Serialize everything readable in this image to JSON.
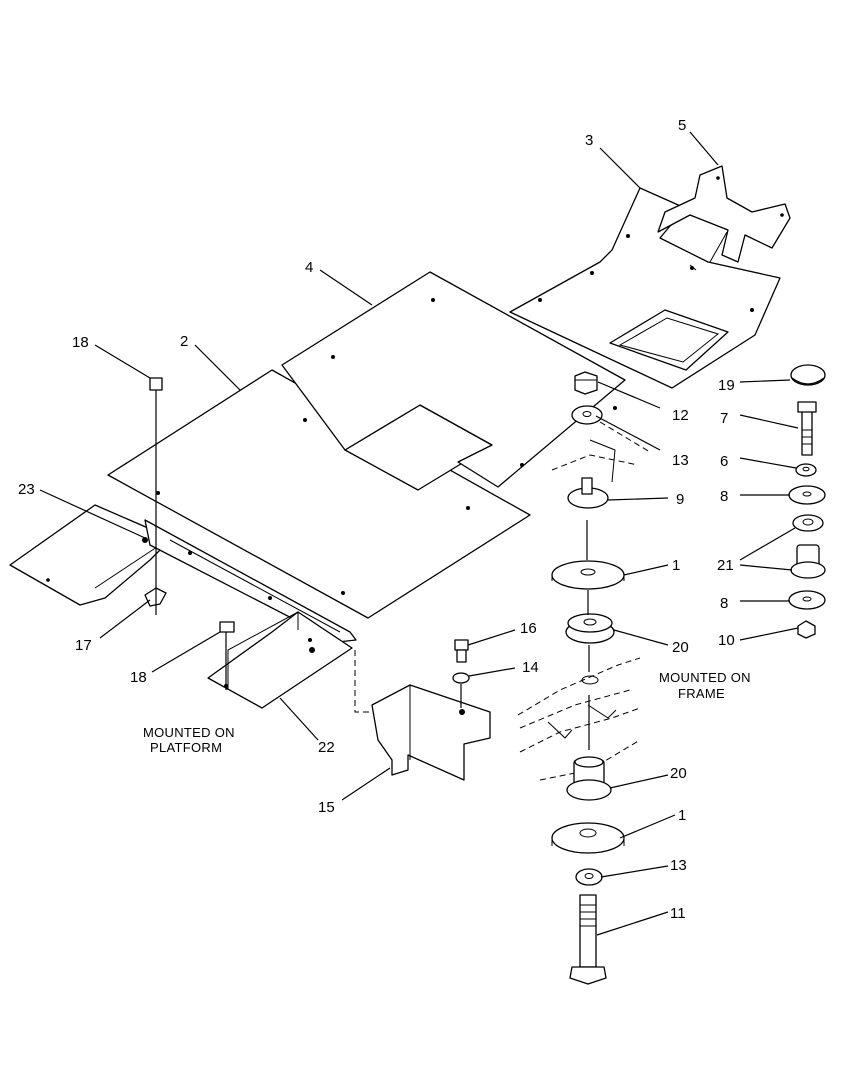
{
  "callouts": [
    "1",
    "2",
    "3",
    "4",
    "5",
    "6",
    "7",
    "8",
    "9",
    "10",
    "11",
    "12",
    "13",
    "14",
    "15",
    "16",
    "17",
    "18",
    "19",
    "20",
    "21",
    "22",
    "23"
  ],
  "labels": {
    "c5": "5",
    "c3": "3",
    "c4": "4",
    "c18a": "18",
    "c2": "2",
    "c19": "19",
    "c12": "12",
    "c7": "7",
    "c13a": "13",
    "c6": "6",
    "c8a": "8",
    "c9": "9",
    "c23": "23",
    "c1a": "1",
    "c21": "21",
    "c8b": "8",
    "c20a": "20",
    "c10": "10",
    "c17": "17",
    "c16": "16",
    "c18b": "18",
    "c14": "14",
    "c22": "22",
    "c15": "15",
    "c20b": "20",
    "c1b": "1",
    "c13b": "13",
    "c11": "11"
  },
  "notes": {
    "platform_line1": "MOUNTED ON",
    "platform_line2": "PLATFORM",
    "frame_line1": "MOUNTED ON",
    "frame_line2": "FRAME"
  }
}
